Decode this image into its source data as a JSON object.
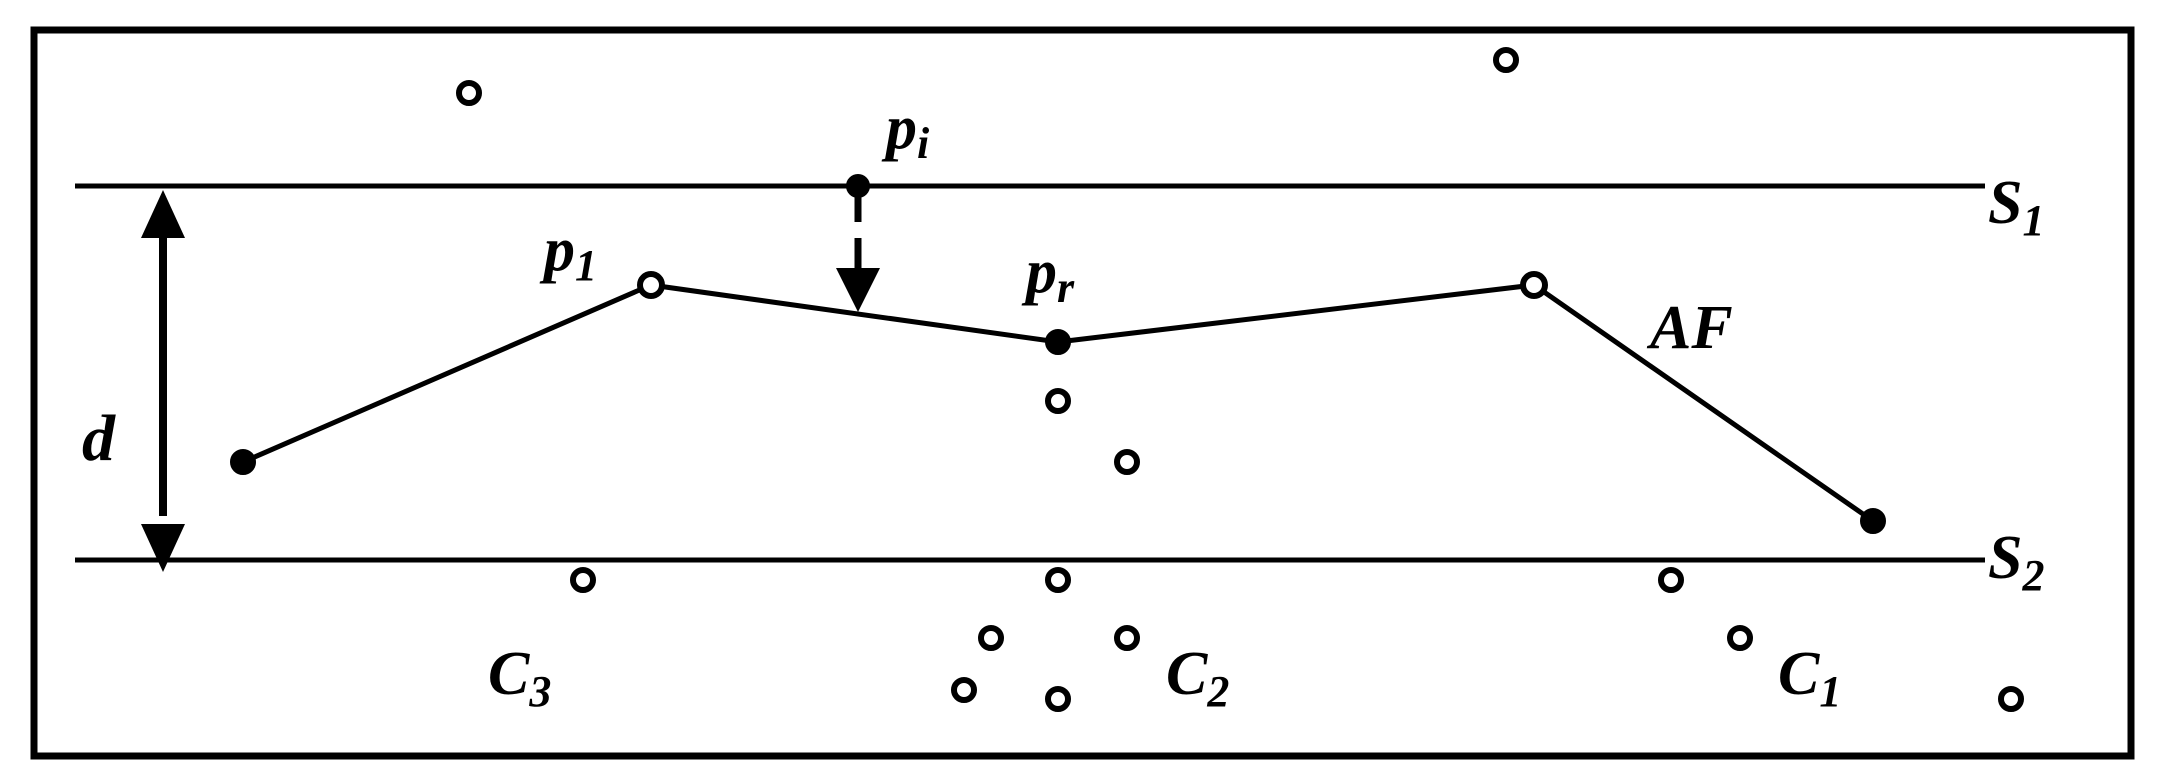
{
  "labels": {
    "pi": "p",
    "pi_sub": "i",
    "p1": "p",
    "p1_sub": "1",
    "pr": "p",
    "pr_sub": "r",
    "af": "AF",
    "s1": "S",
    "s1_sub": "1",
    "s2": "S",
    "s2_sub": "2",
    "d": "d",
    "c1": "C",
    "c1_sub": "1",
    "c2": "C",
    "c2_sub": "2",
    "c3": "C",
    "c3_sub": "3"
  },
  "colors": {
    "stroke": "#000000",
    "background": "#ffffff"
  }
}
